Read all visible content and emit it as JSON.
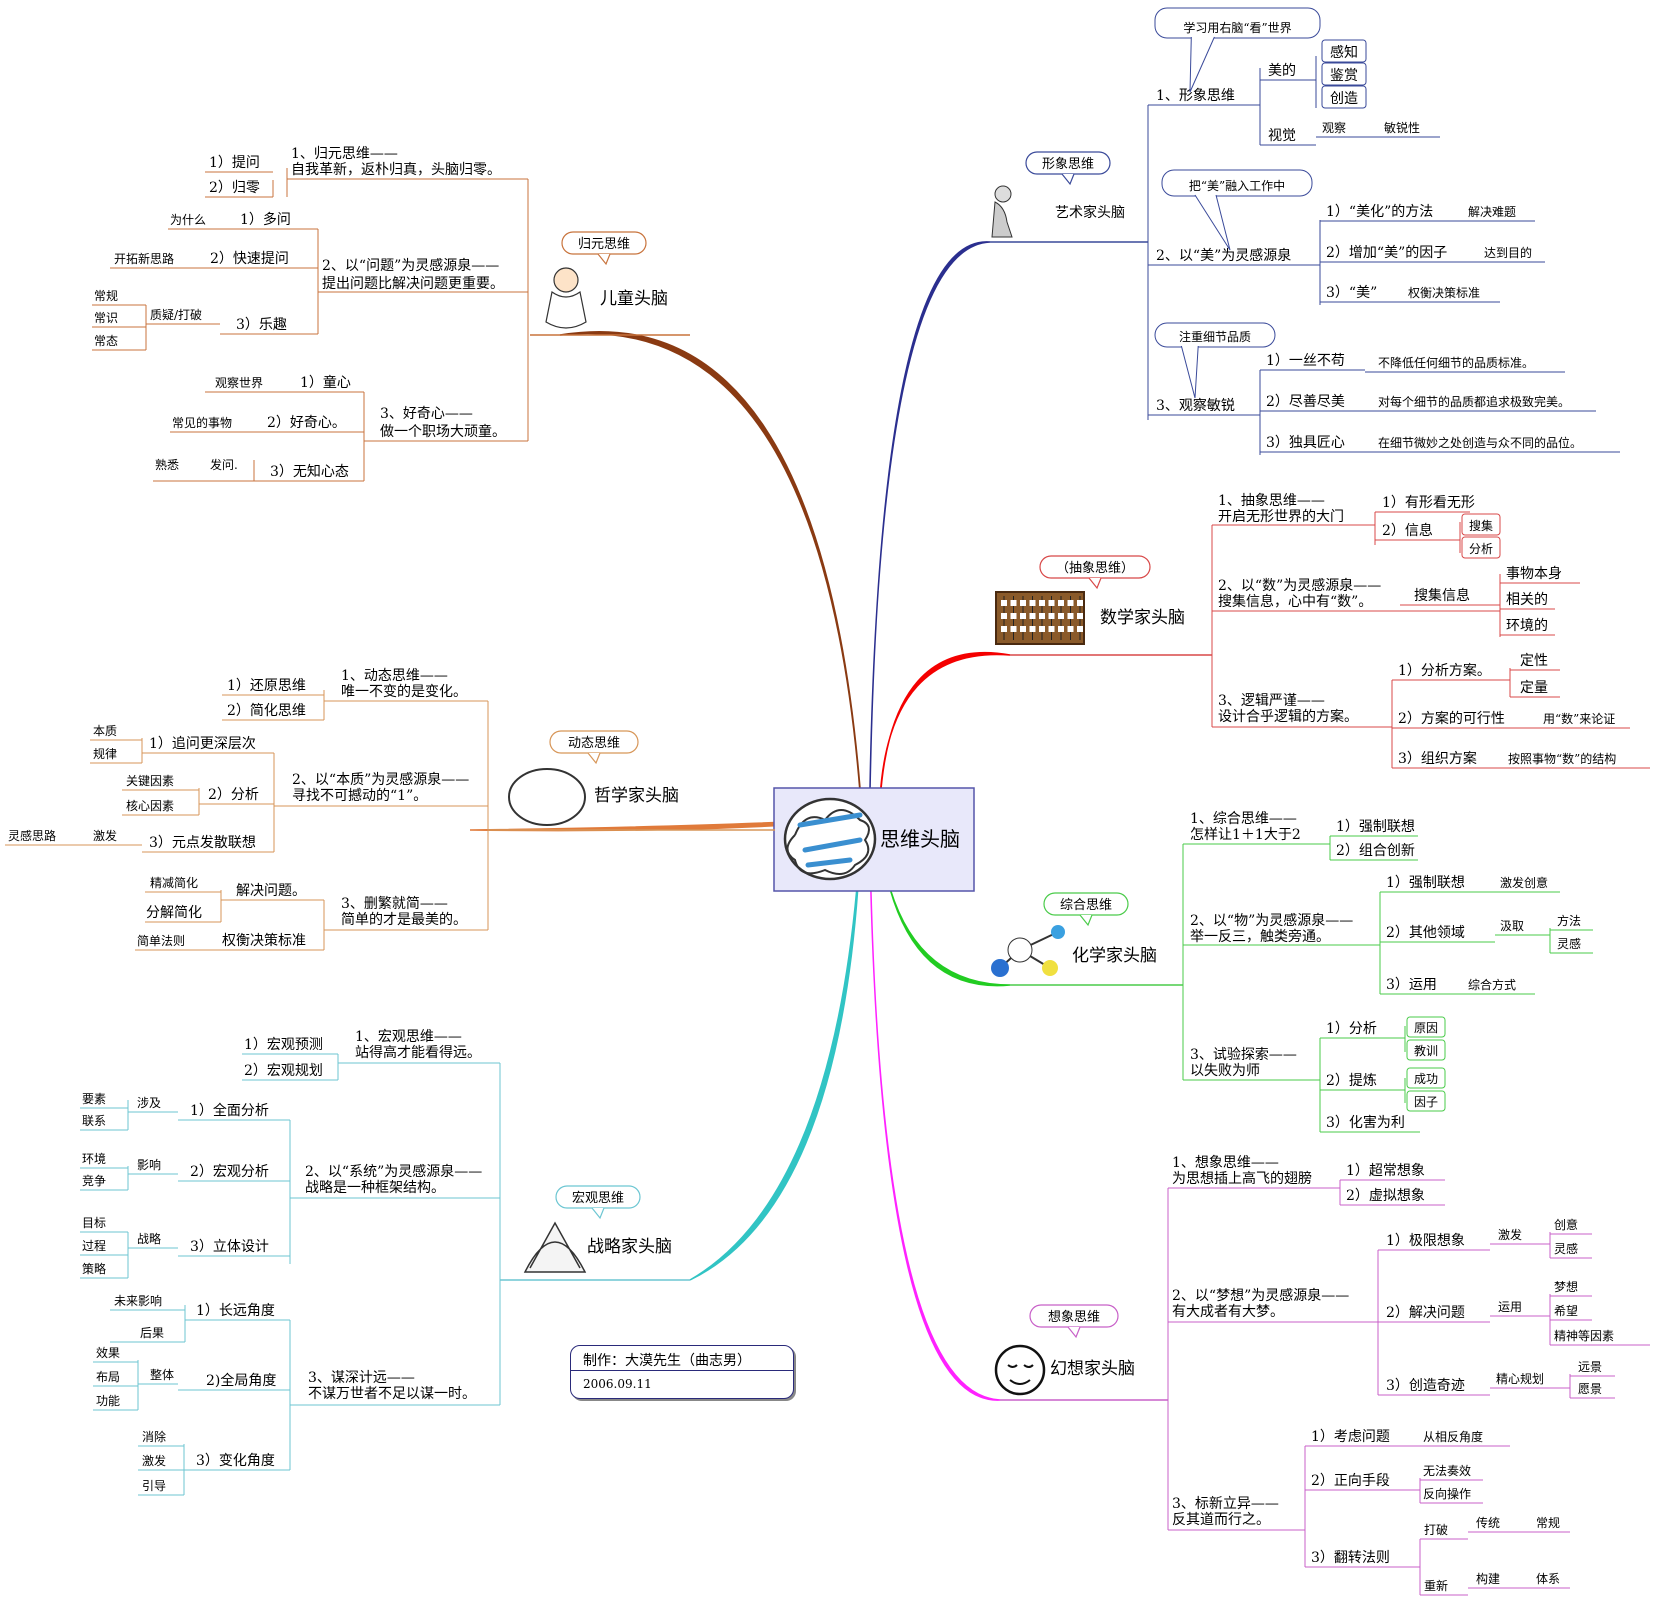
{
  "center": {
    "label": "思维头脑"
  },
  "credit": {
    "author": "制作：大漠先生（曲志男）",
    "date": "2006.09.11"
  },
  "colors": {
    "child": "#8a3a12",
    "philo": "#e07a3a",
    "strategy": "#31c4c4",
    "artist": "#2b2f8f",
    "math": "#f40000",
    "chem": "#22cc22",
    "fantasy": "#ff22ff",
    "child_line": "#c8733c",
    "philo_line": "#d79658",
    "strategy_line": "#6cc6d2",
    "artist_line": "#3a4a9a",
    "math_line": "#d84848",
    "chem_line": "#4acb4a",
    "fantasy_line": "#c860c8",
    "center_fill": "#e8e8fa",
    "center_border": "#5555aa"
  },
  "branches": {
    "child": {
      "title": "儿童头脑",
      "tag": "归元思维",
      "icon": "child-icon",
      "s1": {
        "head1": "1、归元思维——",
        "head2": "自我革新，返朴归真，头脑归零。",
        "items": [
          "1）提问",
          "2）归零"
        ]
      },
      "s2": {
        "head1": "2、以“问题”为灵感源泉——",
        "head2": "提出问题比解决问题更重要。",
        "i1": "1）多问",
        "i1a": "为什么",
        "i2": "2）快速提问",
        "i2a": "开拓新思路",
        "i3": "3）乐趣",
        "i3a": "质疑/打破",
        "i3b": [
          "常规",
          "常识",
          "常态"
        ]
      },
      "s3": {
        "head1": "3、好奇心——",
        "head2": "做一个职场大顽童。",
        "i1": "1）童心",
        "i1a": "观察世界",
        "i2": "2）好奇心。",
        "i2a": "常见的事物",
        "i3": "3）无知心态",
        "i3a": "发问.",
        "i3b": "熟悉"
      }
    },
    "philo": {
      "title": "哲学家头脑",
      "tag": "动态思维",
      "icon": "egg-icon",
      "s1": {
        "head1": "1、动态思维——",
        "head2": "唯一不变的是变化。",
        "items": [
          "1）还原思维",
          "2）简化思维"
        ]
      },
      "s2": {
        "head1": "2、以“本质”为灵感源泉——",
        "head2": "寻找不可撼动的“1”。",
        "i1": "1）追问更深层次",
        "i1a": [
          "本质",
          "规律"
        ],
        "i2": "2）分析",
        "i2a": [
          "关键因素",
          "核心因素"
        ],
        "i3": "3）元点发散联想",
        "i3a": "激发",
        "i3b": "灵感思路"
      },
      "s3": {
        "head1": "3、删繁就简——",
        "head2": "简单的才是最美的。",
        "i1": "解决问题。",
        "i1a": [
          "精减简化",
          "分解简化"
        ],
        "i2": "权衡决策标准",
        "i2a": "简单法则"
      }
    },
    "strategy": {
      "title": "战略家头脑",
      "tag": "宏观思维",
      "icon": "crown-icon",
      "s1": {
        "head1": "1、宏观思维——",
        "head2": "站得高才能看得远。",
        "items": [
          "1）宏观预测",
          "2）宏观规划"
        ]
      },
      "s2": {
        "head1": "2、以“系统”为灵感源泉——",
        "head2": "战略是一种框架结构。",
        "i1": "1）全面分析",
        "i1a": "涉及",
        "i1b": [
          "要素",
          "联系"
        ],
        "i2": "2）宏观分析",
        "i2a": "影响",
        "i2b": [
          "环境",
          "竞争"
        ],
        "i3": "3）立体设计",
        "i3a": "战略",
        "i3b": [
          "目标",
          "过程",
          "策略"
        ]
      },
      "s3": {
        "head1": "3、谋深计远——",
        "head2": "不谋万世者不足以谋一时。",
        "i1": "1）长远角度",
        "i1a": [
          "未来影响",
          "后果"
        ],
        "i2": "2)全局角度",
        "i2a": "整体",
        "i2b": [
          "效果",
          "布局",
          "功能"
        ],
        "i3": "3）变化角度",
        "i3a": [
          "消除",
          "激发",
          "引导"
        ]
      }
    },
    "artist": {
      "title": "艺术家头脑",
      "tag": "形象思维",
      "icon": "thinker-icon",
      "s1": {
        "head": "1、形象思维",
        "callout": "学习用右脑“看”世界",
        "i1": "美的",
        "i1a": [
          "感知",
          "鉴赏",
          "创造"
        ],
        "i2": "视觉",
        "i2a": "观察",
        "i2b": "敏锐性"
      },
      "s2": {
        "head": "2、以“美”为灵感源泉",
        "callout": "把“美”融入工作中",
        "i1": "1）“美化”的方法",
        "i1a": "解决难题",
        "i2": "2）增加“美”的因子",
        "i2a": "达到目的",
        "i3": "3）“美”",
        "i3a": "权衡决策标准"
      },
      "s3": {
        "head": "3、观察敏锐",
        "callout": "注重细节品质",
        "i1": "1）一丝不苟",
        "i1a": "不降低任何细节的品质标准。",
        "i2": "2）尽善尽美",
        "i2a": "对每个细节的品质都追求极致完美。",
        "i3": "3）独具匠心",
        "i3a": "在细节微妙之处创造与众不同的品位。"
      }
    },
    "math": {
      "title": "数学家头脑",
      "tag": "（抽象思维）",
      "icon": "abacus-icon",
      "s1": {
        "head1": "1、抽象思维——",
        "head2": "开启无形世界的大门",
        "i1": "1）有形看无形",
        "i2": "2）信息",
        "i2a": [
          "搜集",
          "分析"
        ]
      },
      "s2": {
        "head1": "2、以“数”为灵感源泉——",
        "head2": "搜集信息，心中有“数”。",
        "i1": "搜集信息",
        "i1a": [
          "事物本身",
          "相关的",
          "环境的"
        ]
      },
      "s3": {
        "head1": "3、逻辑严谨——",
        "head2": "设计合乎逻辑的方案。",
        "i1": "1）分析方案。",
        "i1a": [
          "定性",
          "定量"
        ],
        "i2": "2）方案的可行性",
        "i2a": "用“数”来论证",
        "i3": "3）组织方案",
        "i3a": "按照事物“数”的结构"
      }
    },
    "chem": {
      "title": "化学家头脑",
      "tag": "综合思维",
      "icon": "molecule-icon",
      "s1": {
        "head1": "1、综合思维——",
        "head2": "怎样让1＋1大于2",
        "items": [
          "1）强制联想",
          "2）组合创新"
        ]
      },
      "s2": {
        "head1": "2、以“物”为灵感源泉——",
        "head2": "举一反三，触类旁通。",
        "i1": "1）强制联想",
        "i1a": "激发创意",
        "i2": "2）其他领域",
        "i2a": "汲取",
        "i2b": [
          "方法",
          "灵感"
        ],
        "i3": "3）运用",
        "i3a": "综合方式"
      },
      "s3": {
        "head1": "3、试验探索——",
        "head2": "以失败为师",
        "i1": "1）分析",
        "i1a": [
          "原因",
          "教训"
        ],
        "i2": "2）提炼",
        "i2a": [
          "成功",
          "因子"
        ],
        "i3": "3）化害为利"
      }
    },
    "fantasy": {
      "title": "幻想家头脑",
      "tag": "想象思维",
      "icon": "dreamer-icon",
      "s1": {
        "head1": "1、想象思维——",
        "head2": "为思想插上高飞的翅膀",
        "items": [
          "1）超常想象",
          "2）虚拟想象"
        ]
      },
      "s2": {
        "head1": "2、以“梦想”为灵感源泉——",
        "head2": "有大成者有大梦。",
        "i1": "1）极限想象",
        "i1a": "激发",
        "i1b": [
          "创意",
          "灵感"
        ],
        "i2": "2）解决问题",
        "i2a": "运用",
        "i2b": [
          "梦想",
          "希望",
          "精神等因素"
        ],
        "i3": "3）创造奇迹",
        "i3a": "精心规划",
        "i3b": [
          "远景",
          "愿景"
        ]
      },
      "s3": {
        "head1": "3、标新立异——",
        "head2": "反其道而行之。",
        "i1": "1）考虑问题",
        "i1a": "从相反角度",
        "i2": "2）正向手段",
        "i2a": [
          "无法奏效",
          "反向操作"
        ],
        "i3": "3）翻转法则",
        "i3a": [
          "打破",
          "重新"
        ],
        "i3b": [
          "传统",
          "构建"
        ],
        "i3c": [
          "常规",
          "体系"
        ]
      }
    }
  }
}
